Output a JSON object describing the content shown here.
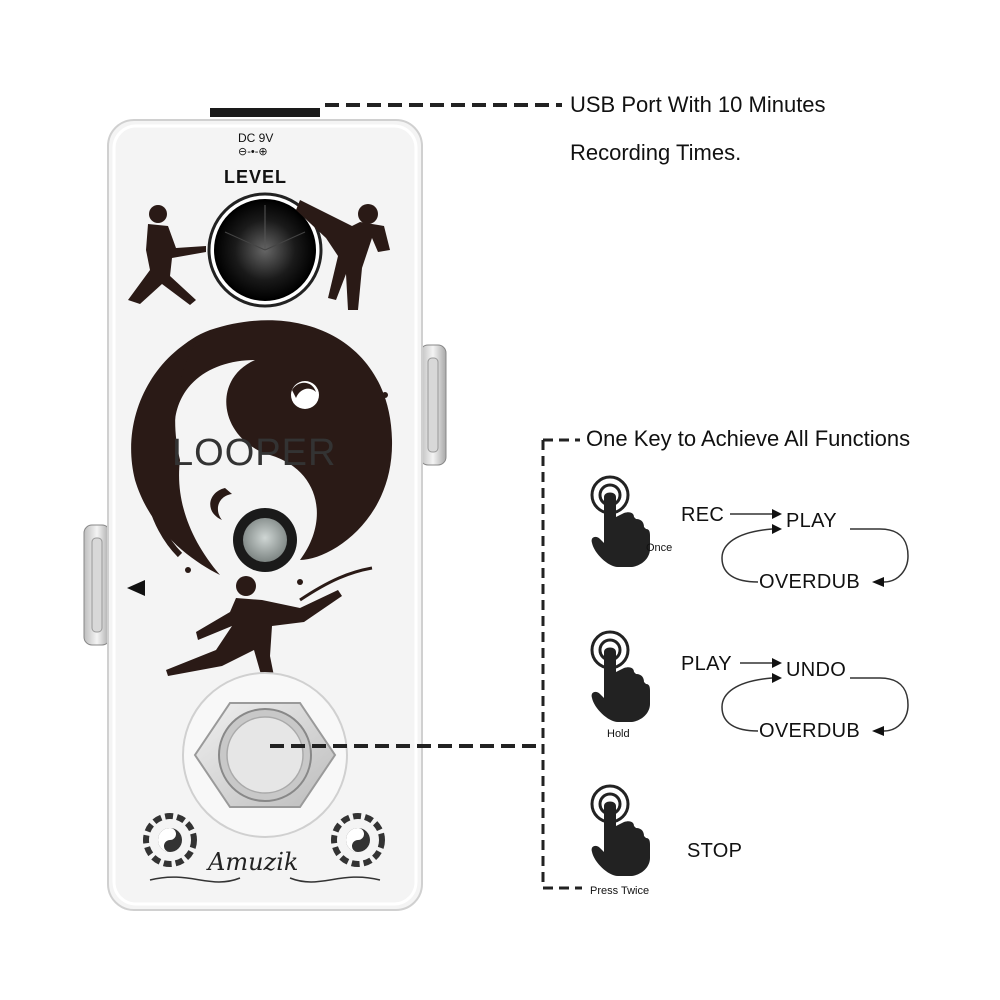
{
  "product": {
    "power_label": "DC 9V",
    "polarity_symbol": "⊖-•-⊕",
    "knob_label": "LEVEL",
    "title": "LOOPER",
    "brand": "Amuzik"
  },
  "callouts": {
    "usb_line1": "USB Port With 10 Minutes",
    "usb_line2": "Recording Times.",
    "functions_title": "One Key to Achieve All Functions"
  },
  "modes": [
    {
      "action": "Once",
      "start": "REC",
      "state_a": "PLAY",
      "state_b": "OVERDUB"
    },
    {
      "action": "Hold",
      "start": "PLAY",
      "state_a": "UNDO",
      "state_b": "OVERDUB"
    },
    {
      "action": "Press Twice",
      "result": "STOP"
    }
  ],
  "icons": [
    "tap-finger-icon",
    "yin-yang-icon",
    "bagua-icon",
    "arrow-icon"
  ]
}
